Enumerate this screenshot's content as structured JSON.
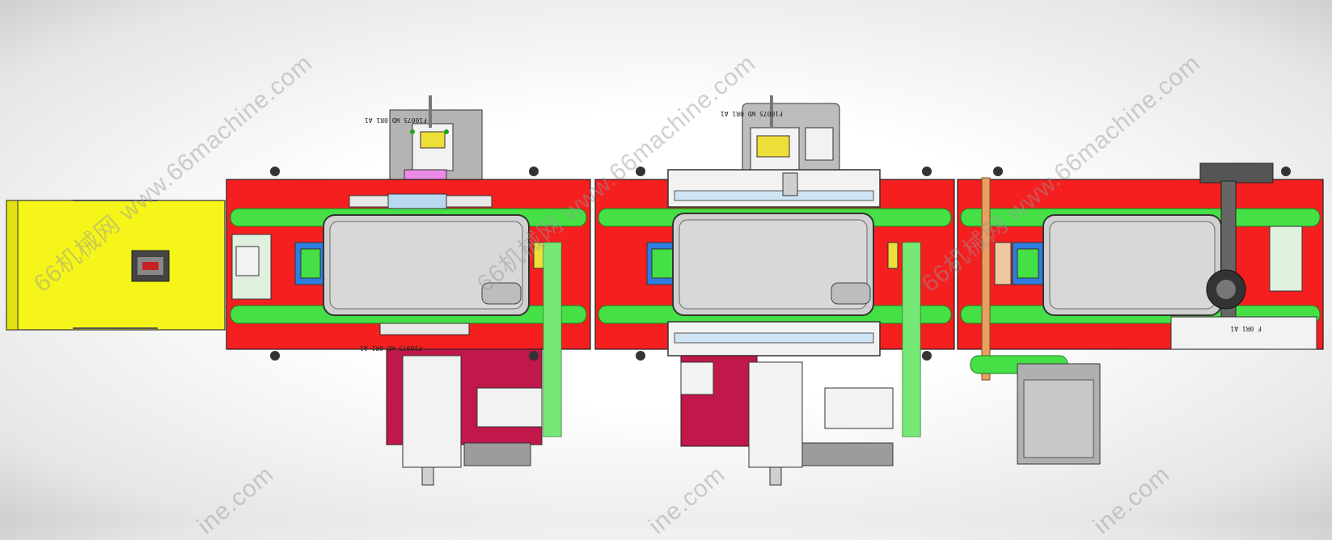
{
  "watermark": {
    "text": "66机械网 www.66machine.com",
    "text_partial": "ine.com"
  },
  "part_labels": {
    "module_a_top_plate": "F10075 WD 0R1 A1",
    "module_a_bottom_plate": "F10075 WD 0R1 A1",
    "module_b_top_plate": "F10075 WD 0R1 A1",
    "module_c_right_plate": "F 0R1 A1"
  },
  "colors": {
    "frame_red": "#f51f1f",
    "guide_green": "#45e045",
    "feeder_yellow": "#f5f51a",
    "cylinder_magenta": "#c0184a",
    "cover_grey": "#d0d0d0",
    "steel_white": "#f2f2f2",
    "motor_grey": "#b0b0b0",
    "accent_orange": "#e8a060"
  }
}
